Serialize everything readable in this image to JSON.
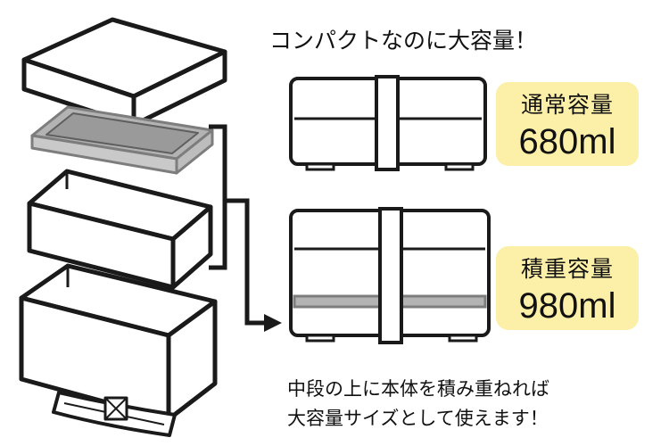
{
  "headline": "コンパクトなのに大容量！",
  "normal": {
    "label": "通常容量",
    "volume": "680ml"
  },
  "stacked": {
    "label": "積重容量",
    "volume": "980ml"
  },
  "caption": {
    "line1": "中段の上に本体を積み重ねれば",
    "line2": "大容量サイズとして使えます！"
  },
  "colors": {
    "badge": "#fcefa8",
    "stroke": "#1a1a1a",
    "tray": "#b3b3b3",
    "band": "#ffffff"
  },
  "icons": [
    "arrow-right-icon",
    "bracket-icon"
  ]
}
